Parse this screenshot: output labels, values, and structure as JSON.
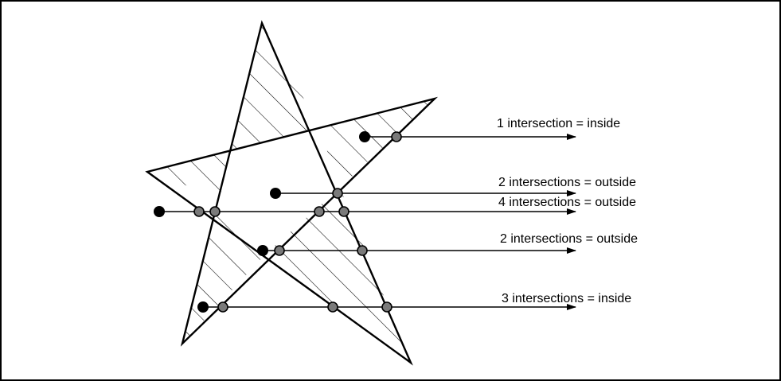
{
  "labels": {
    "ray1": "1 intersection = inside",
    "ray2": "2 intersections = outside",
    "ray3": "4 intersections = outside",
    "ray4": "2 intersections = outside",
    "ray5": "3 intersections = inside"
  },
  "colors": {
    "ink": "#000000",
    "intersection_fill": "#7a7a7a",
    "background": "#ffffff"
  }
}
